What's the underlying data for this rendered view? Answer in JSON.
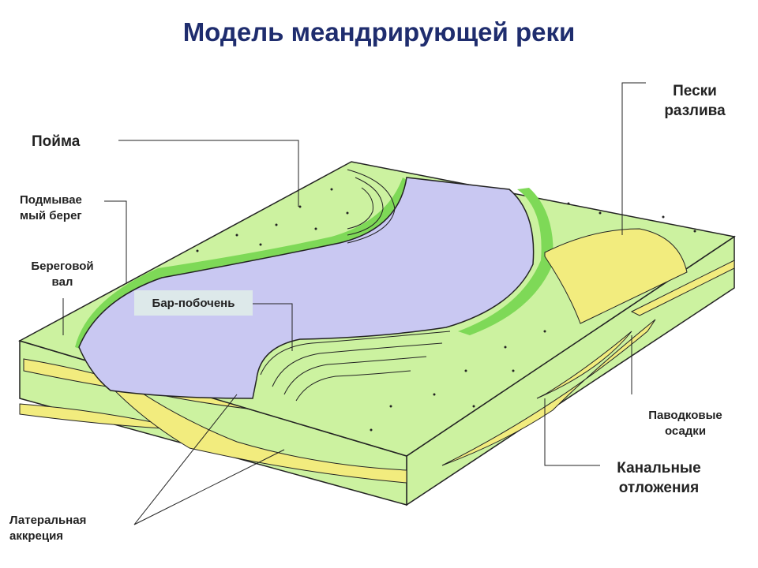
{
  "title": "Модель меандрирующей реки",
  "labels": {
    "floodplain": "Пойма",
    "cutbank_line1": "Подмывае",
    "cutbank_line2": "мый берег",
    "levee_line1": "Береговой",
    "levee_line2": "вал",
    "pointbar": "Бар-побочень",
    "crevasse_line1": "Пески",
    "crevasse_line2": "разлива",
    "flood_line1": "Паводковые",
    "flood_line2": "осадки",
    "channel_line1": "Канальные",
    "channel_line2": "отложения",
    "lateral_line1": "Латеральная",
    "lateral_line2": "аккреция"
  },
  "colors": {
    "title": "#1f2d6e",
    "floodplain": "#ccf2a0",
    "levee": "#7ed957",
    "river": "#c9c8f2",
    "sand": "#f2ec7e",
    "outline": "#222222"
  }
}
